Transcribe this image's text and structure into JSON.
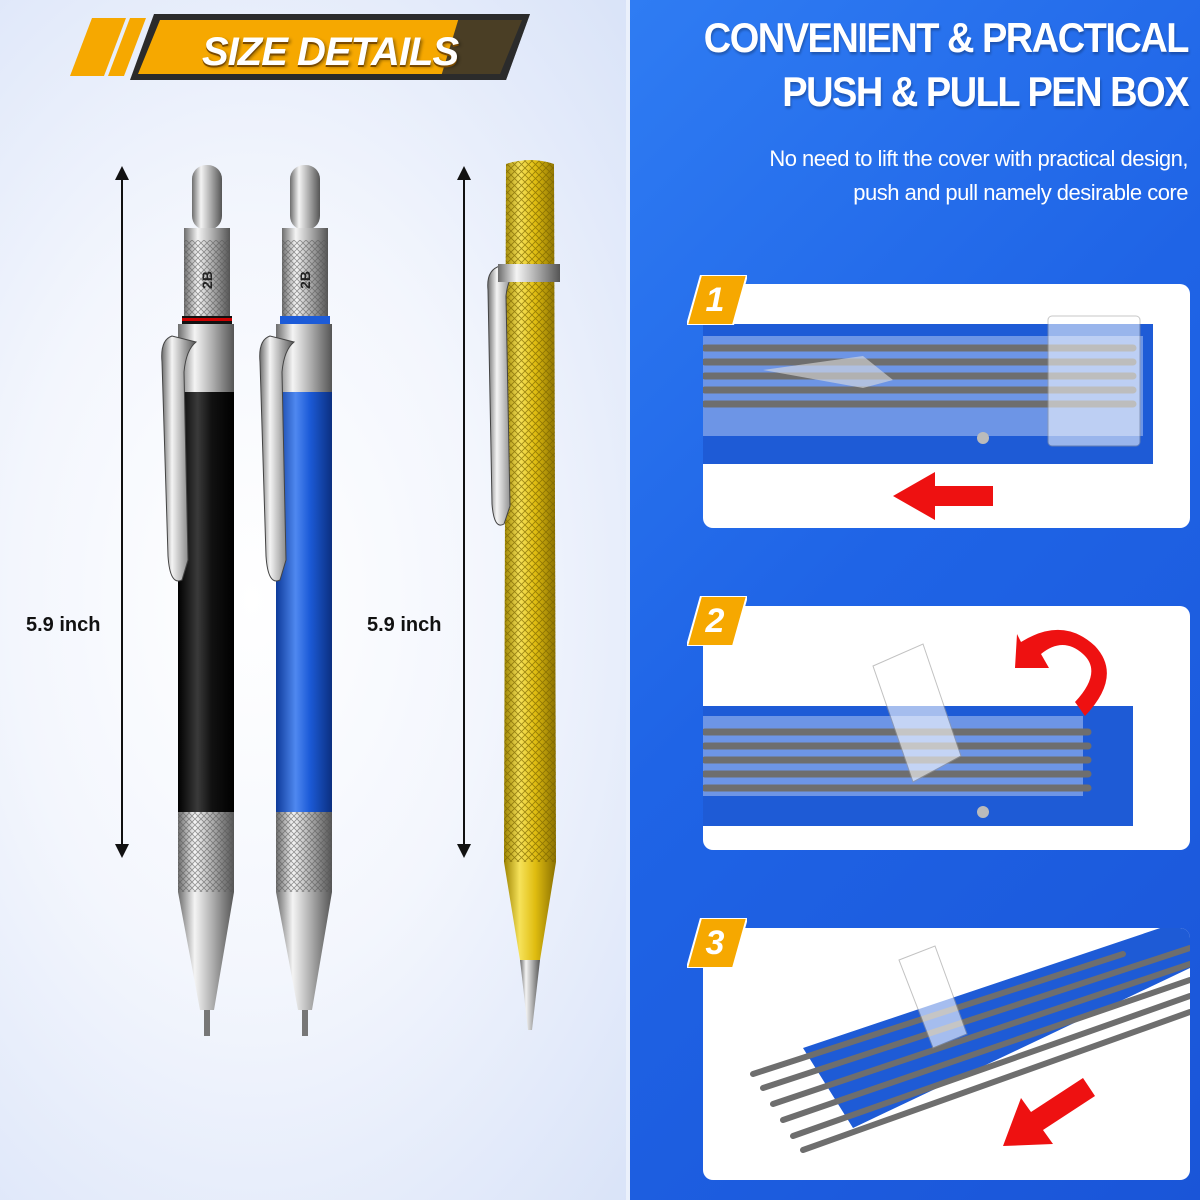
{
  "left_panel": {
    "banner_title": "SIZE DETAILS",
    "dimension_left": "5.9 inch",
    "dimension_right": "5.9 inch",
    "pen_band_label": "2B"
  },
  "right_panel": {
    "title_line1": "CONVENIENT & PRACTICAL",
    "title_line2": "PUSH & PULL PEN BOX",
    "subtitle_line1": "No need to lift the cover with practical design,",
    "subtitle_line2": "push and pull namely desirable core",
    "steps": [
      {
        "number": "1",
        "arrow": "left-arrow-icon"
      },
      {
        "number": "2",
        "arrow": "curved-arrow-icon"
      },
      {
        "number": "3",
        "arrow": "diagonal-arrow-icon"
      }
    ]
  },
  "colors": {
    "banner_yellow": "#f6a800",
    "banner_dark": "#2b2b2b",
    "right_bg": "#1f64e6",
    "box_blue": "#1e5bd6",
    "arrow_red": "#ee1111",
    "pen_black": "#111111",
    "pen_blue": "#1c5bd8",
    "scriber_gold": "#e4c214"
  }
}
